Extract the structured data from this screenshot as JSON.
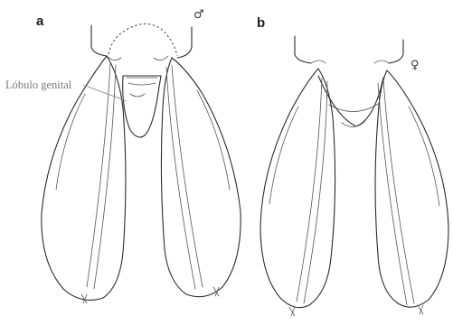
{
  "panels": [
    {
      "letter": "a",
      "sex_symbol": "♂"
    },
    {
      "letter": "b",
      "sex_symbol": "♀"
    }
  ],
  "annotation": {
    "label": "Lóbulo genital"
  },
  "colors": {
    "line": "#2b2b2b",
    "label": "#7a7a7a",
    "background": "#ffffff"
  }
}
